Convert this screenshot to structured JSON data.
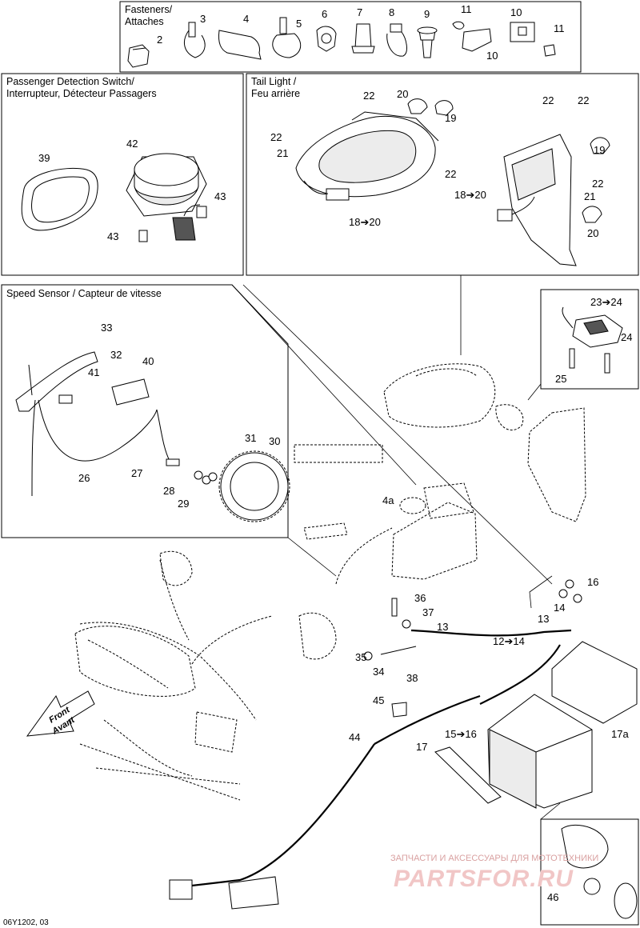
{
  "sections": {
    "fasteners": [
      "Fasteners/",
      "Attaches"
    ],
    "passenger": [
      "Passenger Detection Switch/",
      "Interrupteur, Détecteur Passagers"
    ],
    "taillight": [
      "Tail Light /",
      "Feu arrière"
    ],
    "speed": "Speed Sensor / Capteur de vitesse"
  },
  "front_arrow": [
    "Front",
    "Avant"
  ],
  "figure_code": "06Y1202, 03",
  "watermark": {
    "line1": "ЗАПЧАСТИ И АКСЕССУАРЫ ДЛЯ МОТОТЕХНИКИ",
    "logo": "PARTSFOR.RU"
  },
  "callouts": {
    "c2": "2",
    "c3": "3",
    "c4": "4",
    "c5": "5",
    "c6": "6",
    "c7": "7",
    "c8": "8",
    "c9": "9",
    "c11a": "11",
    "c10a": "10",
    "c11b": "11",
    "c10b": "10",
    "c39": "39",
    "c42": "42",
    "c43a": "43",
    "c43b": "43",
    "c22a": "22",
    "c20a": "20",
    "c19a": "19",
    "c22b": "22",
    "c21a": "21",
    "c22c": "22",
    "c18a": "18➔20",
    "c22d": "22",
    "c22e": "22",
    "c19b": "19",
    "c22f": "22",
    "c18b": "18➔20",
    "c21b": "21",
    "c20b": "20",
    "c33": "33",
    "c32": "32",
    "c41": "41",
    "c40": "40",
    "c26": "26",
    "c27": "27",
    "c31": "31",
    "c30": "30",
    "c28": "28",
    "c29": "29",
    "c23": "23➔24",
    "c24": "24",
    "c25": "25",
    "c4a": "4a",
    "c16": "16",
    "c36": "36",
    "c37": "37",
    "c13a": "13",
    "c13b": "13",
    "c14": "14",
    "c12": "12➔14",
    "c35": "35",
    "c34": "34",
    "c38": "38",
    "c45": "45",
    "c44": "44",
    "c15": "15➔16",
    "c17": "17",
    "c17a": "17a",
    "c46": "46"
  }
}
